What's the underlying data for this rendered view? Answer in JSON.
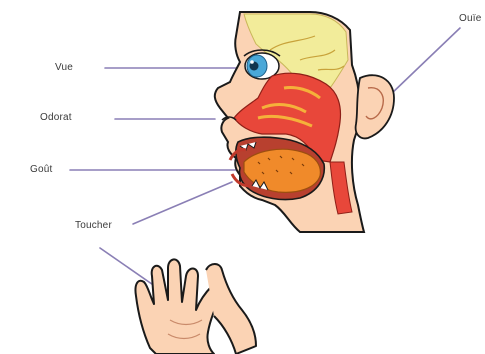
{
  "labels": {
    "vue": "Vue",
    "odorat": "Odorat",
    "gout": "Goût",
    "toucher": "Toucher",
    "ouie": "Ouïe"
  },
  "colors": {
    "pointer_line": "#8a7fb5",
    "skin": "#fbd3b4",
    "outline": "#1a1a1a",
    "nasal_cavity": "#e8473a",
    "tongue": "#f08a2a",
    "brain_area": "#f2ec9a",
    "eye_iris": "#4aa8d8"
  }
}
